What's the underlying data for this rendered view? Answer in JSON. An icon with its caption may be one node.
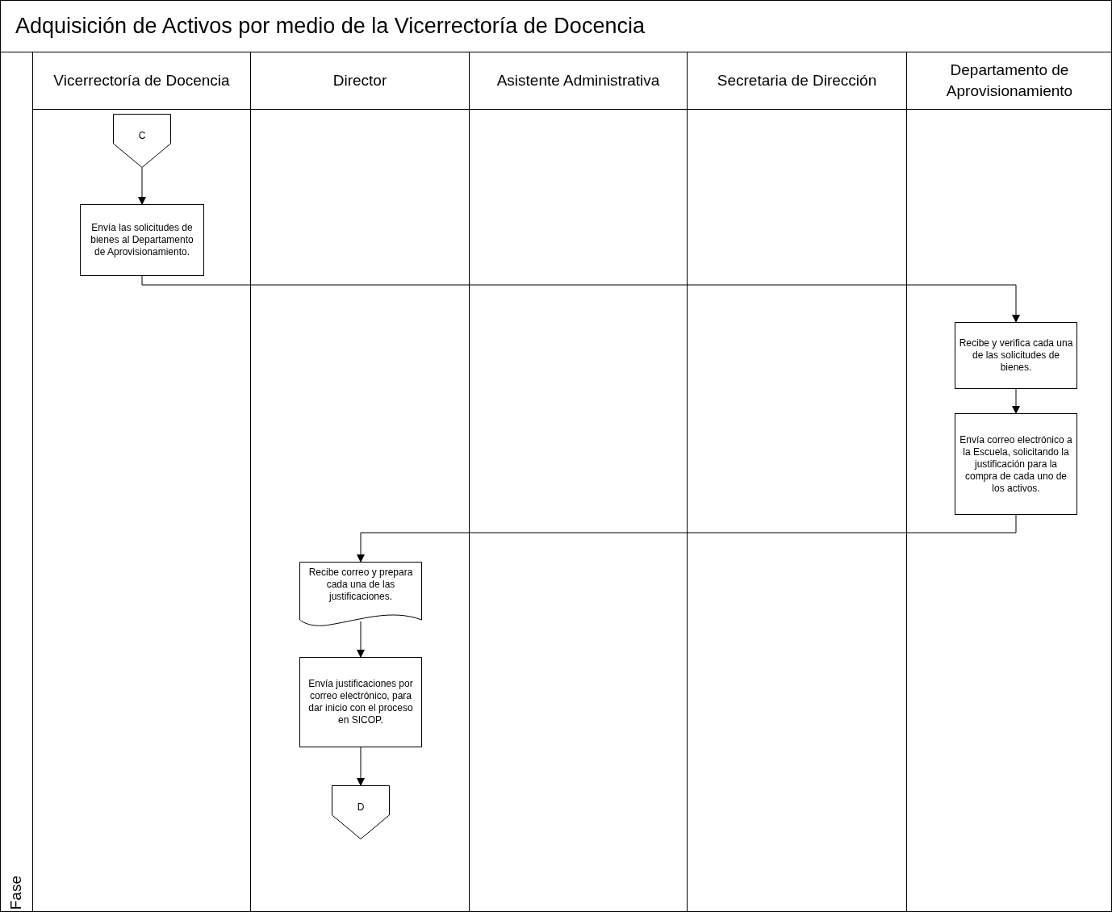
{
  "diagram": {
    "title": "Adquisición de Activos por medio de la Vicerrectoría de Docencia",
    "nodes": [
      {
        "text": [
          "Vicerrectoría de Docencia"
        ]
      },
      {
        "text": [
          "Director"
        ]
      },
      {
        "text": [
          "Asistente Administrativa"
        ]
      },
      {
        "text": [
          "Secretaria de Dirección"
        ]
      },
      {
        "text": [
          "Departamento de Aprovisionamiento"
        ]
      },
      {
        "text": [
          "C"
        ]
      },
      {
        "text": [
          "Envía las solicitudes de bienes al Departamento de Aprovisionamiento."
        ]
      },
      {
        "text": [
          "Recibe y verifica cada una de las solicitudes de bienes."
        ]
      },
      {
        "text": [
          "Envía correo electrónico a la Escuela, solicitando la justificación para la compra de cada uno de los activos."
        ]
      },
      {
        "text": [
          "Recibe correo y prepara cada una de las justificaciones."
        ]
      },
      {
        "text": [
          "Envía justificaciones por correo electrónico, para dar inicio con el proceso en SICOP."
        ]
      },
      {
        "text": [
          "D"
        ]
      }
    ],
    "edges": [
      {
        "from": 5,
        "to": 6,
        "arrow": "to"
      },
      {
        "from": 6,
        "to": 7,
        "arrow": "to"
      },
      {
        "from": 7,
        "to": 8,
        "arrow": "to"
      },
      {
        "from": 8,
        "to": 9,
        "arrow": "to"
      },
      {
        "from": 9,
        "to": 10,
        "arrow": "to"
      },
      {
        "from": 10,
        "to": 11,
        "arrow": "to"
      }
    ],
    "labels": [
      "Fase"
    ]
  }
}
